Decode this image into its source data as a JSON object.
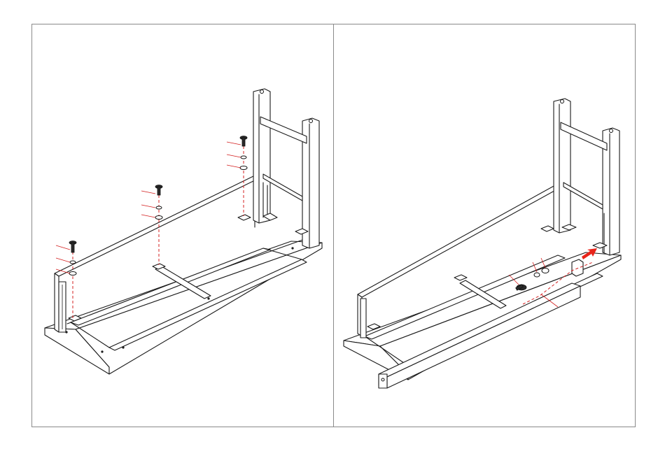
{
  "steps": [
    {
      "id": "left",
      "hardware_sets": 3
    },
    {
      "id": "right",
      "hardware_sets": 1,
      "arrow_color": "#e8241a"
    }
  ],
  "colors": {
    "line": "#1a1a1a",
    "guide": "#d42020",
    "arrow": "#e8241a",
    "frame": "#8a8a8a"
  }
}
